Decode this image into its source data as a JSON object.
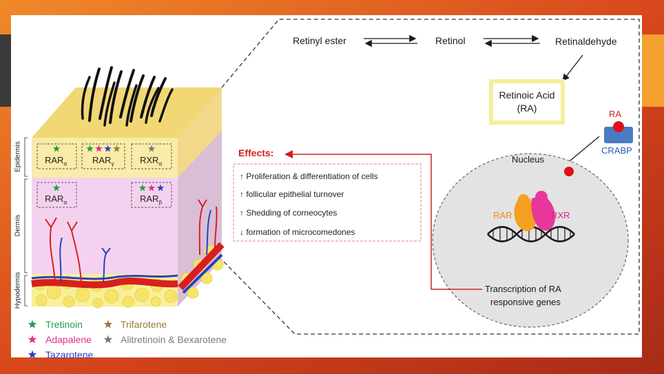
{
  "pathway": {
    "retinyl_ester": "Retinyl ester",
    "retinol": "Retinol",
    "retinaldehyde": "Retinaldehyde",
    "retinoic_acid_line1": "Retinoic Acid",
    "retinoic_acid_line2": "(RA)"
  },
  "crabp": {
    "ra_label": "RA",
    "label": "CRABP"
  },
  "nucleus": {
    "label": "Nucleus",
    "rar_label": "RAR",
    "rxr_label": "RXR",
    "transcription_line1": "Transcription of RA",
    "transcription_line2": "responsive genes"
  },
  "effects": {
    "title": "Effects:",
    "items": [
      "↑ Proliferation & differentiation of cells",
      "↑ follicular epithelial turnover",
      "↑ Shedding of corneocytes",
      "↓ formation of microcomedones"
    ]
  },
  "skin_layers": {
    "epidermis": "Epidermis",
    "dermis": "Dermis",
    "hypodermis": "Hypodermis"
  },
  "receptors": {
    "epidermis": [
      {
        "base": "RAR",
        "sub": "α",
        "stars": [
          "green"
        ]
      },
      {
        "base": "RAR",
        "sub": "γ",
        "stars": [
          "green",
          "pink",
          "blue",
          "brown"
        ]
      },
      {
        "base": "RXR",
        "sub": "α",
        "stars": [
          "gray"
        ]
      }
    ],
    "dermis": [
      {
        "base": "RAR",
        "sub": "α",
        "stars": [
          "green"
        ]
      },
      {
        "base": "RAR",
        "sub": "β",
        "stars": [
          "green",
          "pink",
          "blue"
        ]
      }
    ]
  },
  "legend": [
    {
      "label": "Tretinoin",
      "color": "#1e9e4a"
    },
    {
      "label": "Adapalene",
      "color": "#e0308a"
    },
    {
      "label": "Tazarotene",
      "color": "#2a3fc4"
    },
    {
      "label": "Trifarotene",
      "color": "#9a7a3a"
    },
    {
      "label": "Alitretinoin & Bexarotene",
      "color": "#7a7a7a"
    }
  ],
  "colors": {
    "star_green": "#1e9e4a",
    "star_pink": "#e0308a",
    "star_blue": "#2a3fc4",
    "star_brown": "#9a7a3a",
    "star_gray": "#7a7a7a",
    "effects_red": "#d11f1f",
    "slide_frame_orange": "#e8741e",
    "slide_frame_red": "#b8321a"
  }
}
